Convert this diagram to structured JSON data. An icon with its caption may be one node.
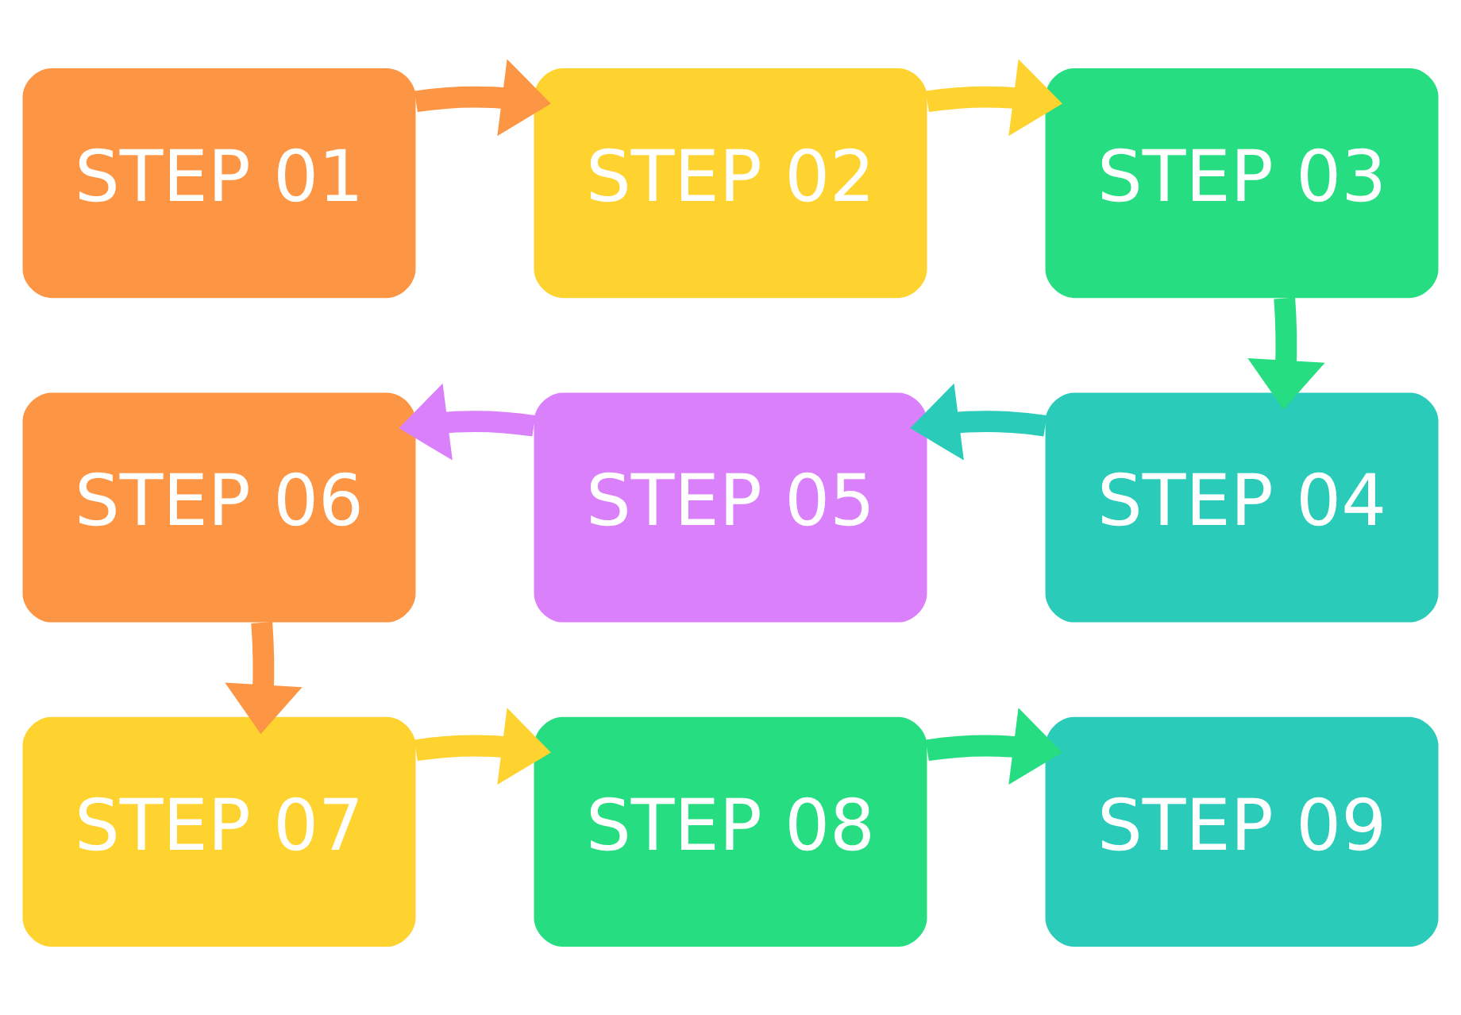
{
  "diagram": {
    "nodes": [
      {
        "text": [
          "STEP 01"
        ]
      },
      {
        "text": [
          "STEP 02"
        ]
      },
      {
        "text": [
          "STEP 03"
        ]
      },
      {
        "text": [
          "STEP 04"
        ]
      },
      {
        "text": [
          "STEP 05"
        ]
      },
      {
        "text": [
          "STEP 06"
        ]
      },
      {
        "text": [
          "STEP 07"
        ]
      },
      {
        "text": [
          "STEP 08"
        ]
      },
      {
        "text": [
          "STEP 09"
        ]
      }
    ],
    "edges": [
      {
        "from": 0,
        "to": 1,
        "arrow": "to",
        "color": "#fd9644"
      },
      {
        "from": 1,
        "to": 2,
        "arrow": "to",
        "color": "#fed330"
      },
      {
        "from": 2,
        "to": 3,
        "arrow": "to",
        "color": "#26de81"
      },
      {
        "from": 3,
        "to": 4,
        "arrow": "to",
        "color": "#2bcbba"
      },
      {
        "from": 4,
        "to": 5,
        "arrow": "to",
        "color": "#d980fa"
      },
      {
        "from": 5,
        "to": 6,
        "arrow": "to",
        "color": "#fd9644"
      },
      {
        "from": 6,
        "to": 7,
        "arrow": "to",
        "color": "#fed330"
      },
      {
        "from": 7,
        "to": 8,
        "arrow": "to",
        "color": "#26de81"
      }
    ]
  }
}
